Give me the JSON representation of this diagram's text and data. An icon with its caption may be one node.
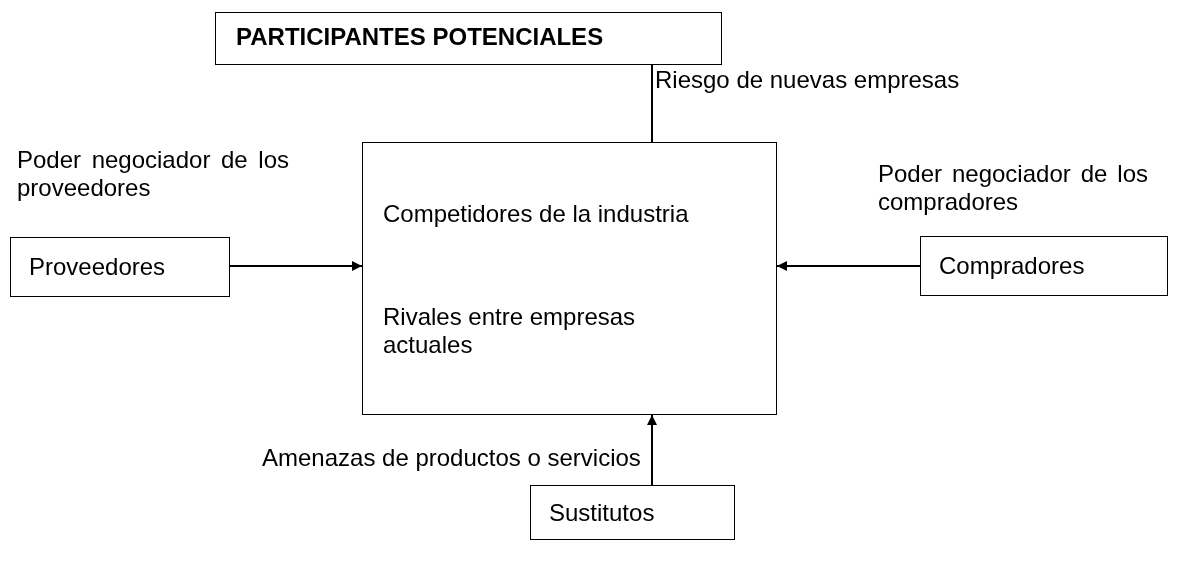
{
  "diagram": {
    "nodes": [
      {
        "text": [
          "PARTICIPANTES POTENCIALES"
        ]
      },
      {
        "text": [
          "Competidores de la industria",
          "Rivales entre empresas actuales"
        ]
      },
      {
        "text": [
          "Proveedores"
        ]
      },
      {
        "text": [
          "Compradores"
        ]
      },
      {
        "text": [
          "Sustitutos"
        ]
      }
    ],
    "edges": [
      {
        "from": 0,
        "to": 1,
        "arrow": "none",
        "label": "Riesgo de nuevas empresas"
      },
      {
        "from": 2,
        "to": 1,
        "arrow": "to",
        "label": "Poder negociador de los proveedores"
      },
      {
        "from": 3,
        "to": 1,
        "arrow": "to",
        "label": "Poder negociador de los compradores"
      },
      {
        "from": 4,
        "to": 1,
        "arrow": "to",
        "label": "Amenazas de productos o servicios"
      }
    ]
  }
}
